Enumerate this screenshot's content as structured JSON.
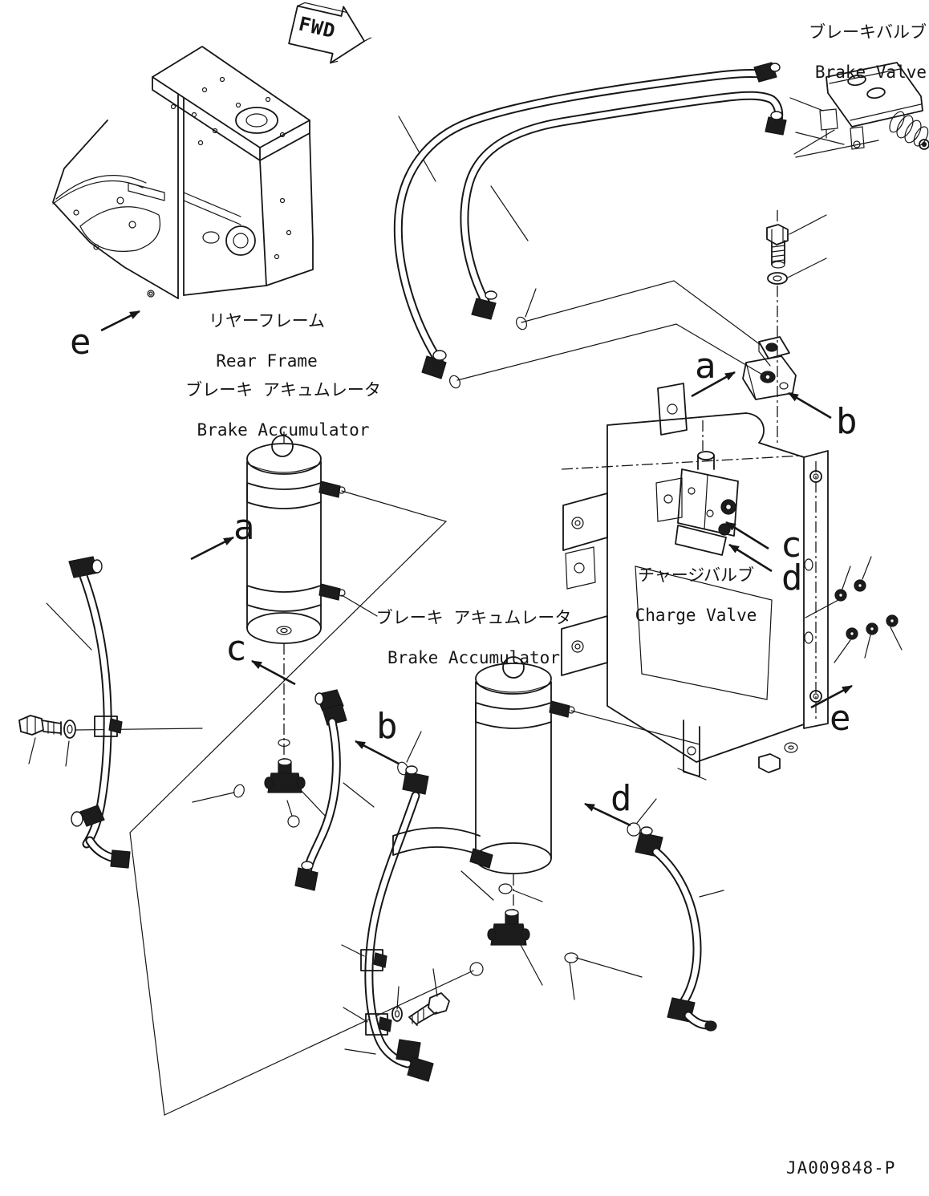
{
  "diagram": {
    "fwd_sign": "FWD",
    "part_number": "JA009848-P",
    "components": {
      "brake_valve": {
        "ja": "ブレーキバルブ",
        "en": "Brake Valve"
      },
      "rear_frame": {
        "ja": "リヤーフレーム",
        "en": "Rear Frame"
      },
      "brake_accumulator_1": {
        "ja": "ブレーキ アキュムレータ",
        "en": "Brake Accumulator"
      },
      "brake_accumulator_2": {
        "ja": "ブレーキ アキュムレータ",
        "en": "Brake Accumulator"
      },
      "charge_valve": {
        "ja": "チャージバルブ",
        "en": "Charge Valve"
      }
    },
    "callouts": {
      "e_left": "e",
      "a_top": "a",
      "b_top": "b",
      "a_mid": "a",
      "c_mid": "c",
      "b_mid": "b",
      "c_right": "c",
      "d_right": "d",
      "e_right": "e",
      "d_bottom": "d"
    },
    "colors": {
      "line": "#161616",
      "background": "#ffffff",
      "dark_fill": "#1c1c1c"
    }
  }
}
